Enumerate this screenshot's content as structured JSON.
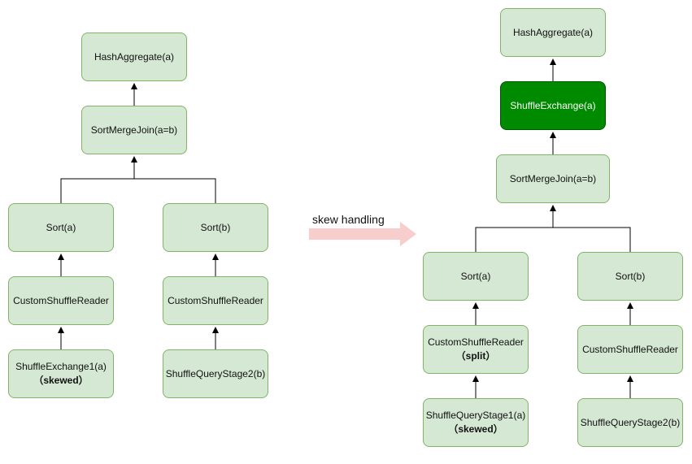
{
  "left": {
    "hash_aggregate": "HashAggregate(a)",
    "sort_merge_join": "SortMergeJoin(a=b)",
    "sort_a": "Sort(a)",
    "sort_b": "Sort(b)",
    "reader_a": "CustomShuffleReader",
    "reader_b": "CustomShuffleReader",
    "exchange_a": "ShuffleExchange1(a)",
    "exchange_a_note": "（skewed）",
    "stage_b": "ShuffleQueryStage2(b)"
  },
  "transition": {
    "label": "skew handling"
  },
  "right": {
    "hash_aggregate": "HashAggregate(a)",
    "shuffle_exchange": "ShuffleExchange(a)",
    "sort_merge_join": "SortMergeJoin(a=b)",
    "sort_a": "Sort(a)",
    "sort_b": "Sort(b)",
    "reader_a": "CustomShuffleReader",
    "reader_a_note": "（split）",
    "reader_b": "CustomShuffleReader",
    "stage_a": "ShuffleQueryStage1(a)",
    "stage_a_note": "（skewed）",
    "stage_b": "ShuffleQueryStage2(b)"
  },
  "colors": {
    "node_fill": "#d5e8d4",
    "node_border": "#82b366",
    "highlight_fill": "#008a00",
    "transition_arrow": "#f8cecc"
  }
}
